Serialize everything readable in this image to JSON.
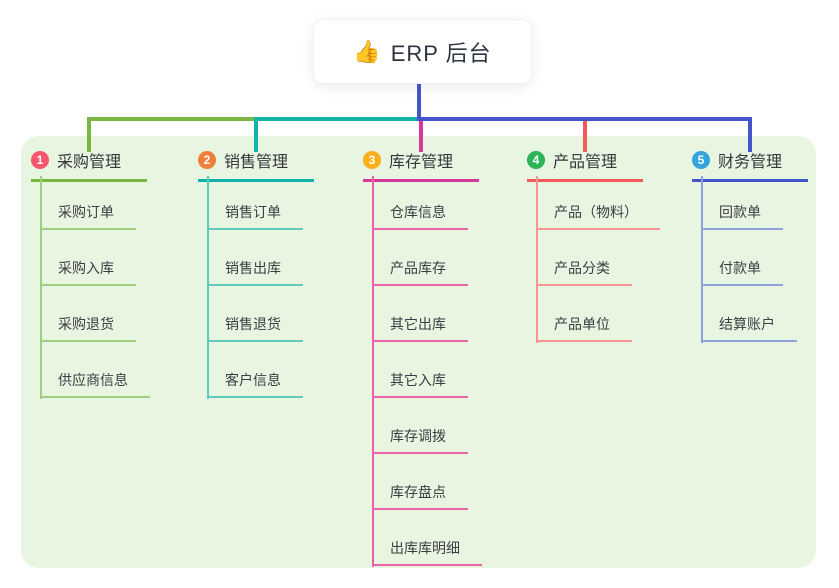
{
  "root": {
    "icon": "👍",
    "title": "ERP 后台"
  },
  "canvas_bg": "#ffffff",
  "panel_bg": "#e8f5e0",
  "center_connector_color": "#4355cc",
  "branches": [
    {
      "id": "purchase",
      "badge": "1",
      "title": "采购管理",
      "badge_color": "#f4566c",
      "line_color": "#79b840",
      "child_line_color": "#a0cf82",
      "children": [
        "采购订单",
        "采购入库",
        "采购退货",
        "供应商信息"
      ]
    },
    {
      "id": "sales",
      "badge": "2",
      "title": "销售管理",
      "badge_color": "#f07f3c",
      "line_color": "#11b3a8",
      "child_line_color": "#62c9bd",
      "children": [
        "销售订单",
        "销售出库",
        "销售退货",
        "客户信息"
      ]
    },
    {
      "id": "inventory",
      "badge": "3",
      "title": "库存管理",
      "badge_color": "#fbaf18",
      "line_color": "#d6399a",
      "child_line_color": "#ed62a6",
      "children": [
        "仓库信息",
        "产品库存",
        "其它出库",
        "其它入库",
        "库存调拨",
        "库存盘点",
        "出库库明细"
      ]
    },
    {
      "id": "product",
      "badge": "4",
      "title": "产品管理",
      "badge_color": "#2cb456",
      "line_color": "#f4595e",
      "child_line_color": "#f79490",
      "children": [
        "产品（物料）",
        "产品分类",
        "产品单位"
      ]
    },
    {
      "id": "finance",
      "badge": "5",
      "title": "财务管理",
      "badge_color": "#32a4de",
      "line_color": "#4355cc",
      "child_line_color": "#8ca2dc",
      "children": [
        "回款单",
        "付款单",
        "结算账户"
      ]
    }
  ]
}
